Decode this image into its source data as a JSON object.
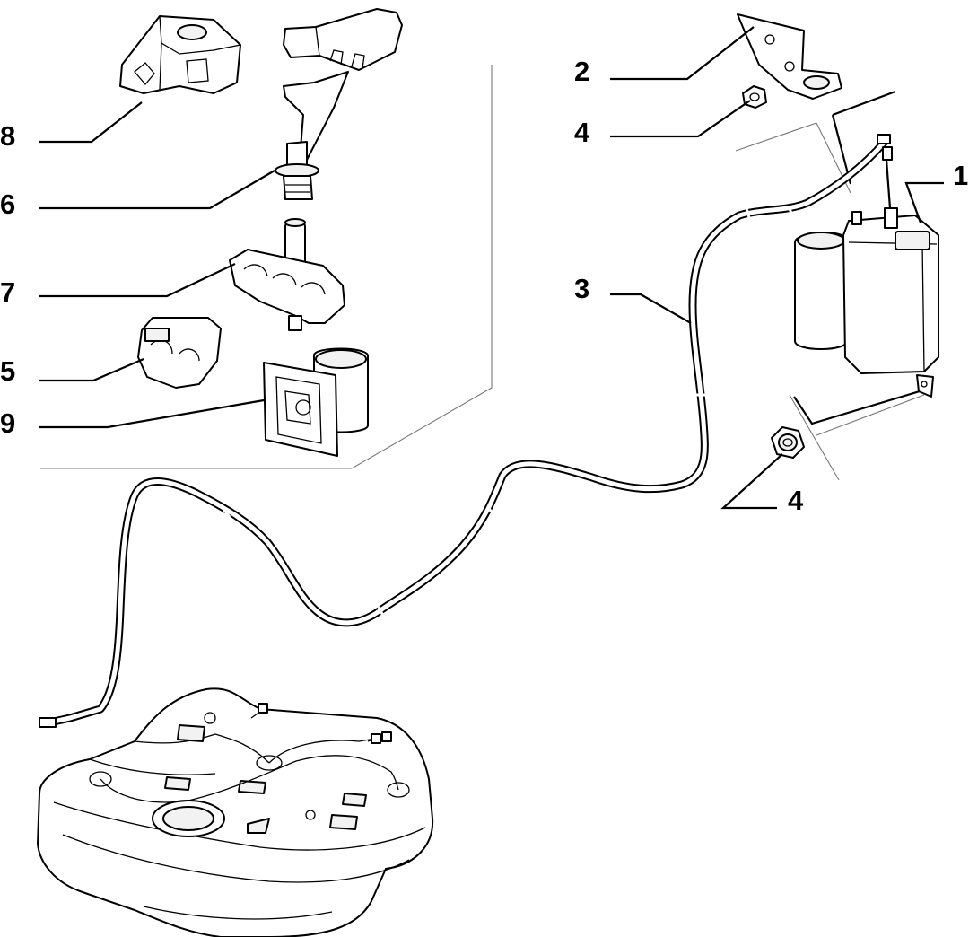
{
  "callouts": [
    {
      "id": "1",
      "label": "1"
    },
    {
      "id": "2",
      "label": "2"
    },
    {
      "id": "3",
      "label": "3"
    },
    {
      "id": "4a",
      "label": "4"
    },
    {
      "id": "4b",
      "label": "4"
    },
    {
      "id": "5",
      "label": "5"
    },
    {
      "id": "6",
      "label": "6"
    },
    {
      "id": "7",
      "label": "7"
    },
    {
      "id": "8",
      "label": "8"
    },
    {
      "id": "9",
      "label": "9"
    }
  ]
}
